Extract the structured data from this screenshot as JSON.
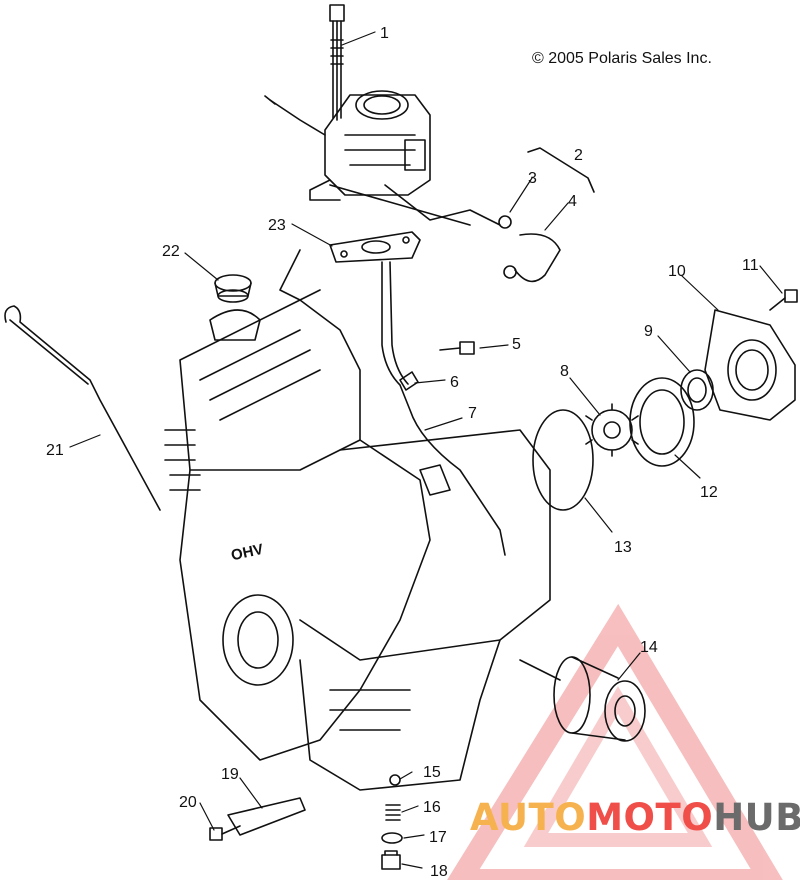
{
  "copyright": "© 2005 Polaris Sales Inc.",
  "callouts": [
    "1",
    "2",
    "3",
    "4",
    "5",
    "6",
    "7",
    "8",
    "9",
    "10",
    "11",
    "12",
    "13",
    "14",
    "15",
    "16",
    "17",
    "18",
    "19",
    "20",
    "21",
    "22",
    "23"
  ],
  "engine_marking": "OHV",
  "watermark": {
    "part1": "AUTO",
    "part2": "MOTO",
    "part3": "HUB",
    "color_part1": "#f6b24e",
    "color_part2": "#ef4e49",
    "color_part3": "#6b6b6b"
  }
}
